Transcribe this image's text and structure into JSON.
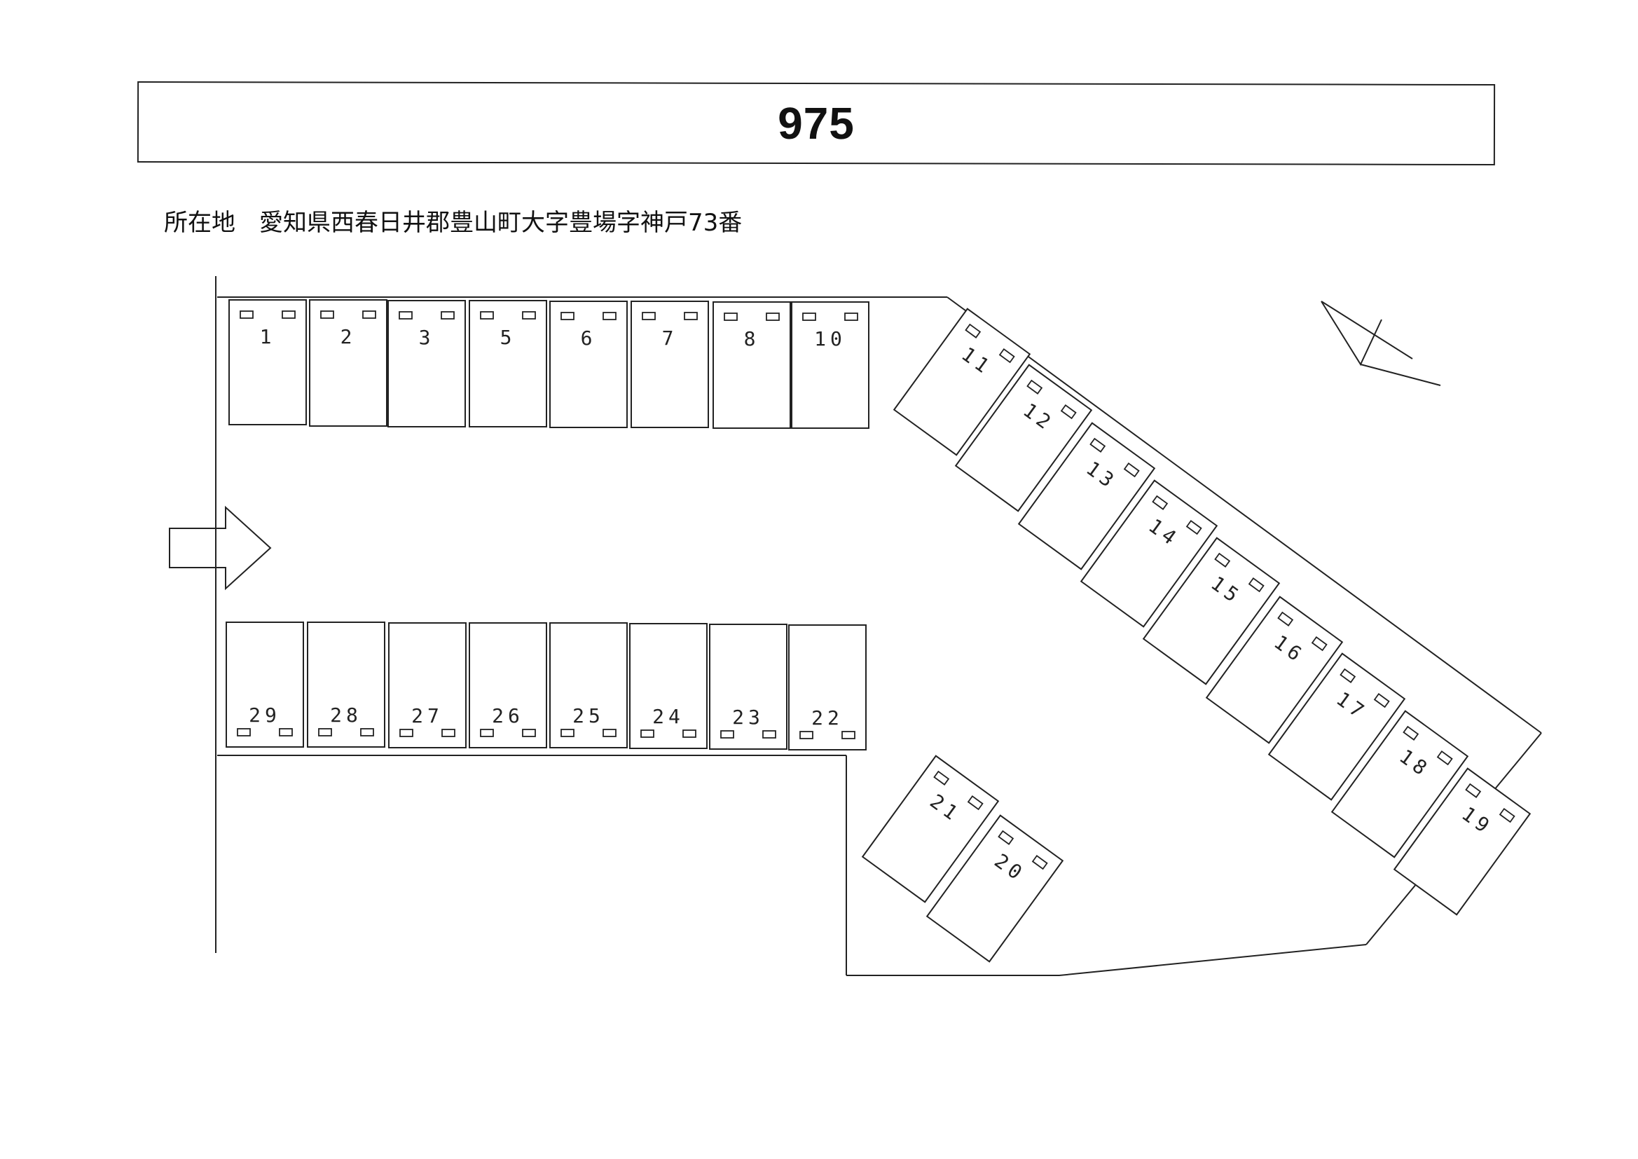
{
  "title": "975",
  "address": "所在地　愛知県西春日井郡豊山町大字豊場字神戸73番",
  "spaces": [
    {
      "id": "s1",
      "label": "1"
    },
    {
      "id": "s2",
      "label": "2"
    },
    {
      "id": "s3",
      "label": "3"
    },
    {
      "id": "s5",
      "label": "5"
    },
    {
      "id": "s6",
      "label": "6"
    },
    {
      "id": "s7",
      "label": "7"
    },
    {
      "id": "s8",
      "label": "8"
    },
    {
      "id": "s10",
      "label": "10"
    },
    {
      "id": "s11",
      "label": "11"
    },
    {
      "id": "s12",
      "label": "12"
    },
    {
      "id": "s13",
      "label": "13"
    },
    {
      "id": "s14",
      "label": "14"
    },
    {
      "id": "s15",
      "label": "15"
    },
    {
      "id": "s16",
      "label": "16"
    },
    {
      "id": "s17",
      "label": "17"
    },
    {
      "id": "s18",
      "label": "18"
    },
    {
      "id": "s19",
      "label": "19"
    },
    {
      "id": "s20",
      "label": "20"
    },
    {
      "id": "s21",
      "label": "21"
    },
    {
      "id": "s22",
      "label": "22"
    },
    {
      "id": "s23",
      "label": "23"
    },
    {
      "id": "s24",
      "label": "24"
    },
    {
      "id": "s25",
      "label": "25"
    },
    {
      "id": "s26",
      "label": "26"
    },
    {
      "id": "s27",
      "label": "27"
    },
    {
      "id": "s28",
      "label": "28"
    },
    {
      "id": "s29",
      "label": "29"
    }
  ]
}
